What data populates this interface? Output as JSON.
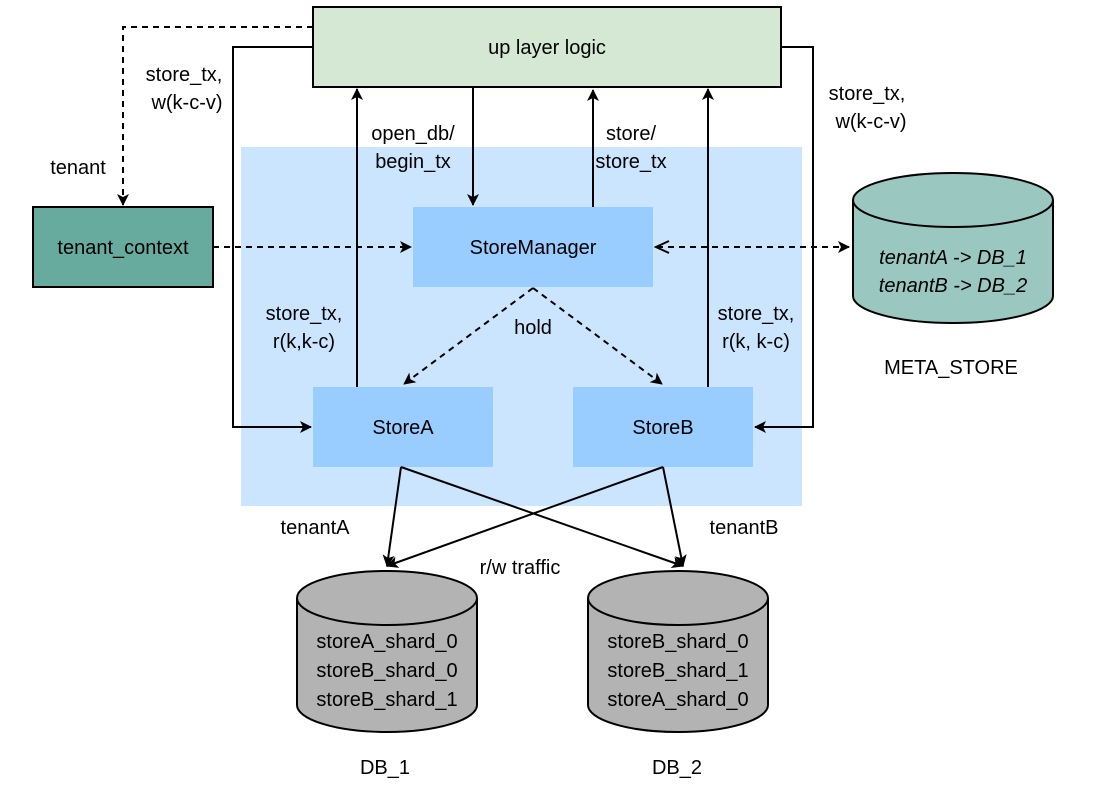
{
  "diagram": {
    "nodes": {
      "up_layer": {
        "label": "up layer logic",
        "fill": "#d5e8d4"
      },
      "tenant_context": {
        "label": "tenant_context",
        "fill": "#67ab9f"
      },
      "store_manager": {
        "label": "StoreManager",
        "fill": "#99ccff"
      },
      "store_a": {
        "label": "StoreA",
        "fill": "#99ccff"
      },
      "store_b": {
        "label": "StoreB",
        "fill": "#99ccff"
      },
      "container": {
        "fill": "#cce5ff"
      },
      "meta_store": {
        "lines": [
          "tenantA -> DB_1",
          "tenantB -> DB_2"
        ],
        "caption": "META_STORE",
        "fill": "#9ac7bf"
      },
      "db_1": {
        "lines": [
          "storeA_shard_0",
          "storeB_shard_0",
          "storeB_shard_1"
        ],
        "caption": "DB_1",
        "fill": "#b3b3b3"
      },
      "db_2": {
        "lines": [
          "storeB_shard_0",
          "storeB_shard_1",
          "storeA_shard_0"
        ],
        "caption": "DB_2",
        "fill": "#b3b3b3"
      }
    },
    "edge_labels": {
      "left_outer": [
        "store_tx,",
        "w(k-c-v)"
      ],
      "right_outer": [
        "store_tx,",
        "w(k-c-v)"
      ],
      "tenant": "tenant",
      "open_db": [
        "open_db/",
        "begin_tx"
      ],
      "store": [
        "store/",
        "store_tx"
      ],
      "left_read": [
        "store_tx,",
        "r(k,k-c)"
      ],
      "right_read": [
        "store_tx,",
        "r(k, k-c)"
      ],
      "hold": "hold",
      "tenant_a": "tenantA",
      "tenant_b": "tenantB",
      "traffic": "r/w traffic"
    }
  }
}
